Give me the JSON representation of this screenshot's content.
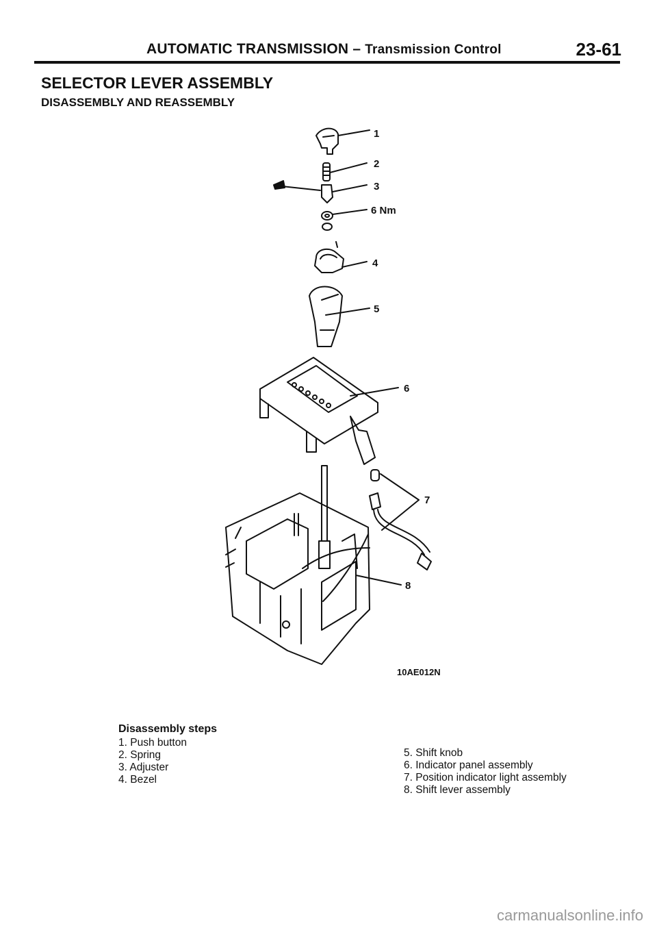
{
  "header": {
    "title": "AUTOMATIC TRANSMISSION",
    "dash": "–",
    "subtitle": "Transmission Control",
    "page_number": "23-61"
  },
  "section": {
    "title": "SELECTOR LEVER ASSEMBLY",
    "subtitle": "DISASSEMBLY AND REASSEMBLY"
  },
  "figure": {
    "callouts": [
      "1",
      "2",
      "3",
      "6 Nm",
      "4",
      "5",
      "6",
      "7",
      "8"
    ],
    "figure_id": "10AE012N"
  },
  "steps": {
    "title": "Disassembly steps",
    "left": [
      "1. Push button",
      "2. Spring",
      "3. Adjuster",
      "4. Bezel"
    ],
    "right": [
      "5. Shift knob",
      "6. Indicator panel assembly",
      "7. Position indicator light assembly",
      "8. Shift lever assembly"
    ]
  },
  "footer": {
    "watermark": "carmanualsonline.info"
  }
}
